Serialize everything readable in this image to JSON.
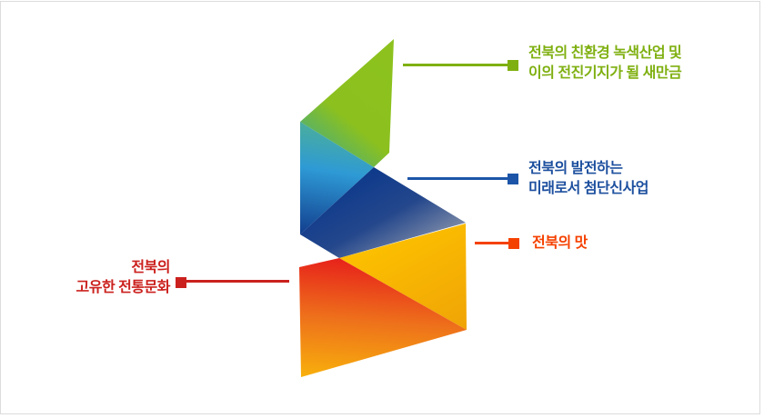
{
  "panel": {
    "background": "#ffffff",
    "border_color": "#dcdcdc"
  },
  "diagram": {
    "type": "folded-ribbon-infographic",
    "shape_colors": {
      "green_fold_gradient": [
        "#8dc21e",
        "#33a79e"
      ],
      "cyan_fold_gradient": [
        "#4aad9d",
        "#2e9ad5",
        "#123e8e"
      ],
      "navy_band_gradient": [
        "#0e3a8b",
        "#9aa1b1"
      ],
      "yellow_fold_gradient": [
        "#fcbf00",
        "#efa306"
      ],
      "red_fold_gradient": [
        "#e7221b",
        "#ee711b",
        "#f8b00c"
      ]
    }
  },
  "labels": {
    "green": {
      "lines": [
        "전북의 친환경 녹색산업 및",
        "이의 전진기지가 될 새만금"
      ],
      "color": "#7fb011"
    },
    "blue": {
      "lines": [
        "전북의 발전하는",
        "미래로서 첨단신사업"
      ],
      "color": "#1c4f9e"
    },
    "orange": {
      "lines": [
        "전북의 맛"
      ],
      "color": "#f54100"
    },
    "red": {
      "lines": [
        "전북의",
        "고유한 전통문화"
      ],
      "color": "#cb211e"
    }
  }
}
